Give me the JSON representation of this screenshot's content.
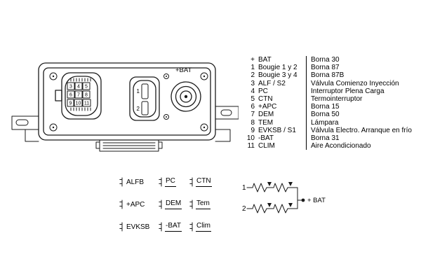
{
  "colors": {
    "ink": "#1a1a1a",
    "background": "#ffffff"
  },
  "device": {
    "bat_label": "+BAT",
    "left_pins": [
      "3",
      "4",
      "5",
      "6",
      "7",
      "8",
      "9",
      "10",
      "11"
    ],
    "center_pins": [
      "1",
      "2"
    ]
  },
  "legend": {
    "items": [
      {
        "pin": "+",
        "label": "BAT",
        "desc": "Borna 30"
      },
      {
        "pin": "1",
        "label": "Bougie 1 y 2",
        "desc": "Borna 87"
      },
      {
        "pin": "2",
        "label": "Bougie 3 y 4",
        "desc": "Borna 87B"
      },
      {
        "pin": "3",
        "label": "ALF / S2",
        "desc": "Válvula Comienzo Inyección"
      },
      {
        "pin": "4",
        "label": "PC",
        "desc": "Interruptor Plena Carga"
      },
      {
        "pin": "5",
        "label": "CTN",
        "desc": "Termointerruptor"
      },
      {
        "pin": "6",
        "label": "+APC",
        "desc": "Borna 15"
      },
      {
        "pin": "7",
        "label": "DEM",
        "desc": "Borna 50"
      },
      {
        "pin": "8",
        "label": "TEM",
        "desc": "Lámpara"
      },
      {
        "pin": "9",
        "label": "EVKSB / S1",
        "desc": "Válvula Electro. Arranque en frío"
      },
      {
        "pin": "10",
        "label": "-BAT",
        "desc": "Borna 31"
      },
      {
        "pin": "11",
        "label": "CLIM",
        "desc": "Aire Acondicionado"
      }
    ]
  },
  "pin_map": {
    "rows": [
      [
        "ALFB",
        "PC",
        "CTN"
      ],
      [
        "+APC",
        "DEM",
        "Tem"
      ],
      [
        "EVKSB",
        "-BAT",
        "Clim"
      ]
    ]
  },
  "schematic": {
    "rows": [
      "1",
      "2"
    ],
    "bat_label": "+ BAT"
  }
}
